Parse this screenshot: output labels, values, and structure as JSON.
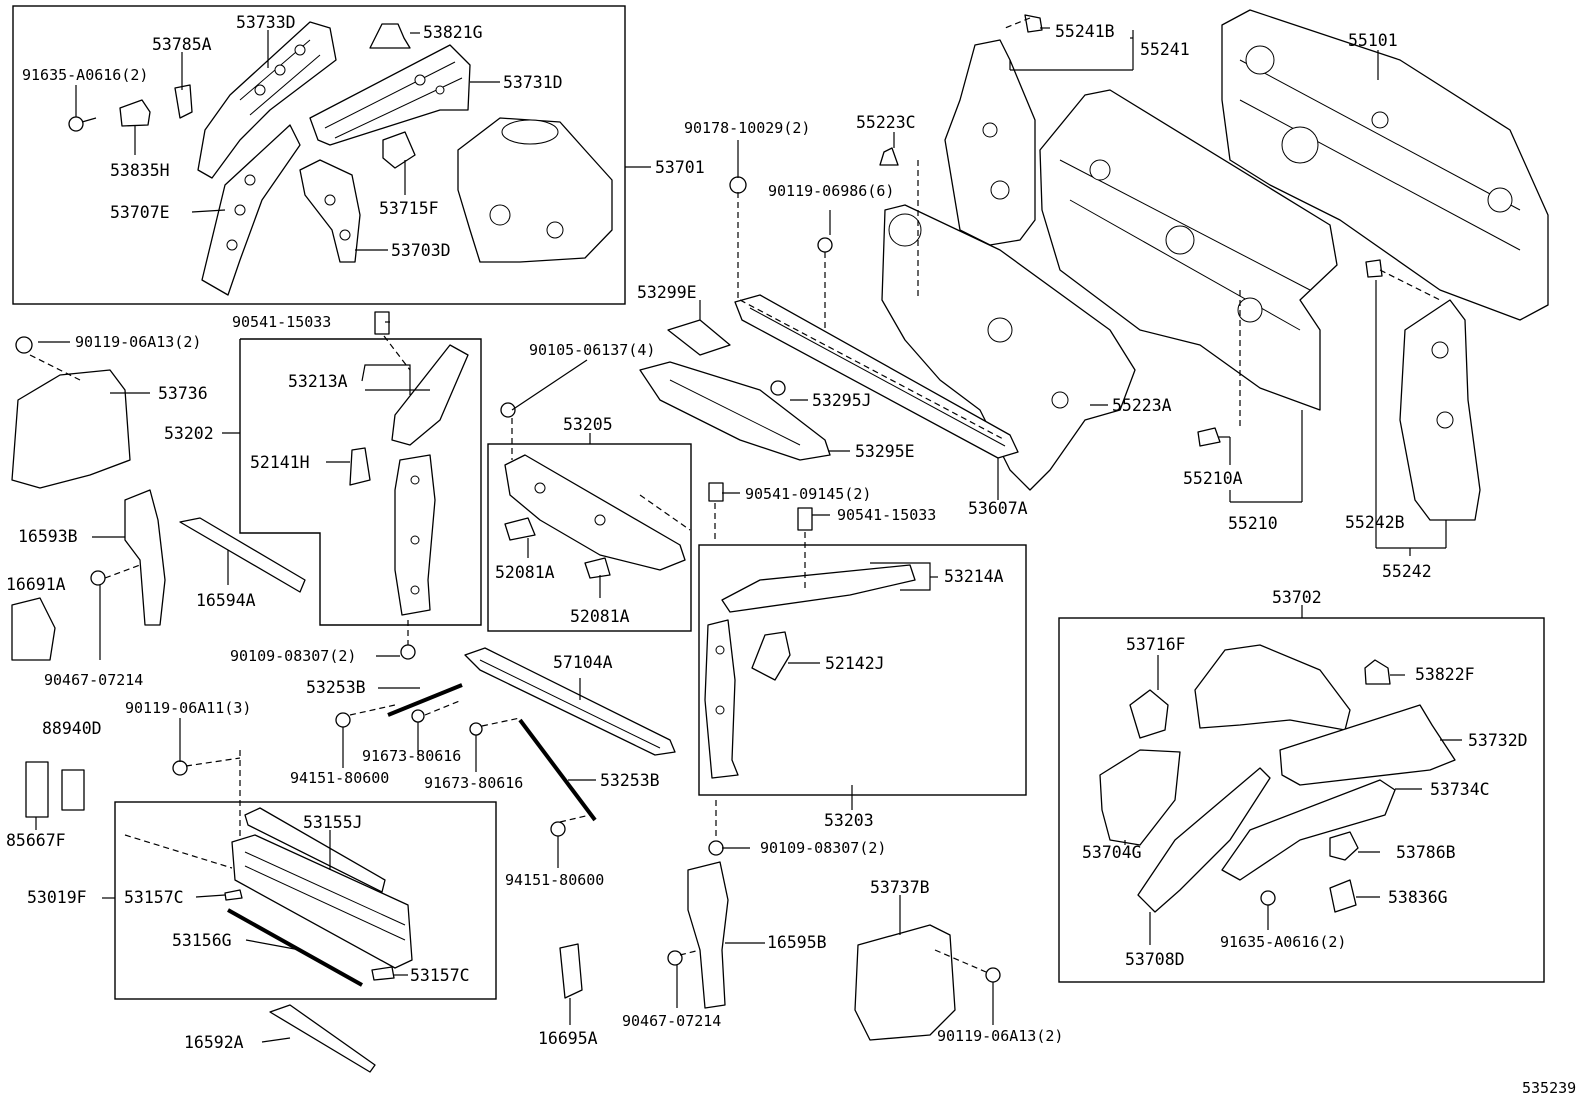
{
  "diagram_id": "535239",
  "groups": {
    "g53701": "53701",
    "g53202": "53202",
    "g53205": "53205",
    "g53203": "53203",
    "g53019F": "53019F",
    "g53702": "53702",
    "g55210": "55210",
    "g55242": "55242",
    "g55241": "55241"
  },
  "labels": {
    "p53733D": "53733D",
    "p53821G": "53821G",
    "p53785A": "53785A",
    "p91635A0616_top": "91635-A0616(2)",
    "p53731D": "53731D",
    "p53835H": "53835H",
    "p53707E": "53707E",
    "p53715F": "53715F",
    "p53703D": "53703D",
    "p5524lB": "55241B",
    "p55101": "55101",
    "p55223C": "55223C",
    "p90178": "90178-10029(2)",
    "p90119_06986": "90119-06986(6)",
    "p53299E": "53299E",
    "p90541_15033_a": "90541-15033",
    "p90119_06A13_top": "90119-06A13(2)",
    "p53736": "53736",
    "p53213A": "53213A",
    "p52141H": "52141H",
    "p90105": "90105-06137(4)",
    "p53295J": "53295J",
    "p53295E": "53295E",
    "p55223A": "55223A",
    "p53607A": "53607A",
    "p55210A": "55210A",
    "p55242B": "55242B",
    "p16593B": "16593B",
    "p16691A": "16691A",
    "p16594A": "16594A",
    "p90467_left": "90467-07214",
    "p52081A_a": "52081A",
    "p52081A_b": "52081A",
    "p90541_09145": "90541-09145(2)",
    "p90541_15033_b": "90541-15033",
    "p53214A": "53214A",
    "p52142J": "52142J",
    "p90109_a": "90109-08307(2)",
    "p57104A": "57104A",
    "p53253B_a": "53253B",
    "p90119_06A11": "90119-06A11(3)",
    "p88940D": "88940D",
    "p91673_a": "91673-80616",
    "p94151_a": "94151-80600",
    "p91673_b": "91673-80616",
    "p53253B_b": "53253B",
    "p85667F": "85667F",
    "p53155J": "53155J",
    "p53157C_a": "53157C",
    "p53156G": "53156G",
    "p53157C_b": "53157C",
    "p94151_b": "94151-80600",
    "p90109_b": "90109-08307(2)",
    "p16595B": "16595B",
    "p90467_mid": "90467-07214",
    "p16695A": "16695A",
    "p16592A": "16592A",
    "p53737B": "53737B",
    "p90119_06A13_bot": "90119-06A13(2)",
    "p53716F": "53716F",
    "p53822F": "53822F",
    "p53732D": "53732D",
    "p53734C": "53734C",
    "p53704G": "53704G",
    "p53786B": "53786B",
    "p53836G": "53836G",
    "p91635A0616_bot": "91635-A0616(2)",
    "p53708D": "53708D"
  }
}
